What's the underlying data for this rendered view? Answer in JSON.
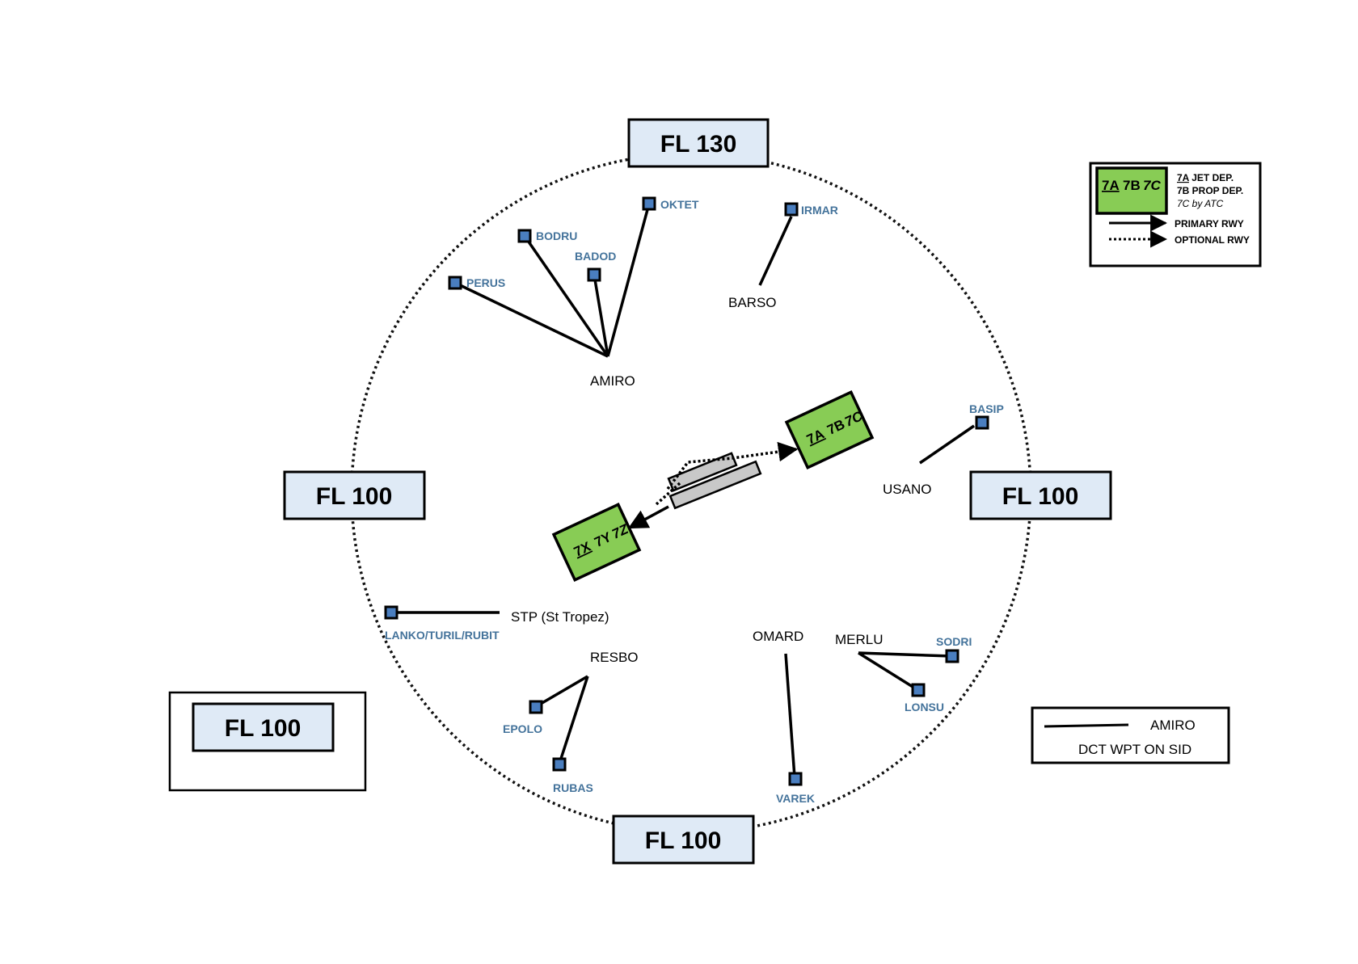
{
  "flight_levels": {
    "north": "FL 130",
    "west": "FL 100",
    "east": "FL 100",
    "south": "FL 100",
    "legend_box": "FL 100"
  },
  "waypoints": {
    "amiro": "AMIRO",
    "barso": "BARSO",
    "usano": "USANO",
    "stp": "STP (St Tropez)",
    "resbo": "RESBO",
    "omard": "OMARD",
    "merlu": "MERLU"
  },
  "fixes": {
    "oktet": "OKTET",
    "bodru": "BODRU",
    "badod": "BADOD",
    "perus": "PERUS",
    "irmar": "IRMAR",
    "basip": "BASIP",
    "lanko": "LANKO/TURIL/RUBIT",
    "epolo": "EPOLO",
    "rubas": "RUBAS",
    "varek": "VAREK",
    "sodri": "SODRI",
    "lonsu": "LONSU"
  },
  "runway_groups": {
    "east": {
      "a": "7A",
      "b": "7B",
      "c": "7C"
    },
    "west": {
      "a": "7X",
      "b": "7Y",
      "c": "7Z"
    }
  },
  "legend": {
    "box": {
      "a": "7A",
      "b": "7B",
      "c": "7C"
    },
    "line1_code": "7A",
    "line1_text": " JET DEP.",
    "line2": "7B PROP DEP.",
    "line3": "7C by ATC",
    "primary": "PRIMARY RWY",
    "optional": "OPTIONAL RWY"
  },
  "legend2": {
    "waypoint": "AMIRO",
    "caption": "DCT WPT ON SID"
  },
  "colors": {
    "fl_box_fill": "#dfeaf6",
    "fix_fill": "#4a7ebf",
    "fix_label": "#44739b",
    "runway_group_fill": "#88cc55",
    "runway_fill": "#c8c8c8"
  }
}
